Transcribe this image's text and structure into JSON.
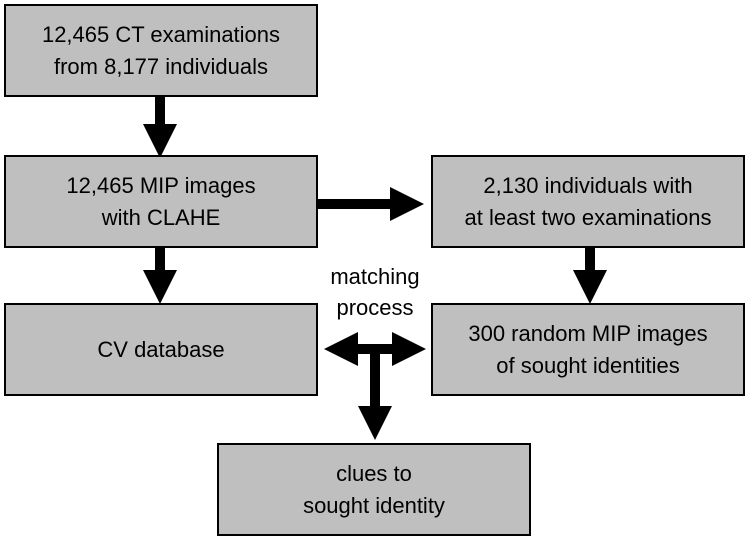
{
  "boxes": {
    "ct_exams": {
      "line1": "12,465 CT examinations",
      "line2": "from 8,177 individuals"
    },
    "mip_images": {
      "line1": "12,465 MIP images",
      "line2": "with CLAHE"
    },
    "two_exams": {
      "line1": "2,130 individuals with",
      "line2": "at least two examinations"
    },
    "cv_database": {
      "line1": "CV database"
    },
    "random_mip": {
      "line1": "300 random MIP images",
      "line2": "of sought identities"
    },
    "clues": {
      "line1": "clues to",
      "line2": "sought identity"
    }
  },
  "matching_label": {
    "line1": "matching",
    "line2": "process"
  },
  "colors": {
    "box_fill": "#bfbfbf",
    "stroke": "#000000"
  }
}
